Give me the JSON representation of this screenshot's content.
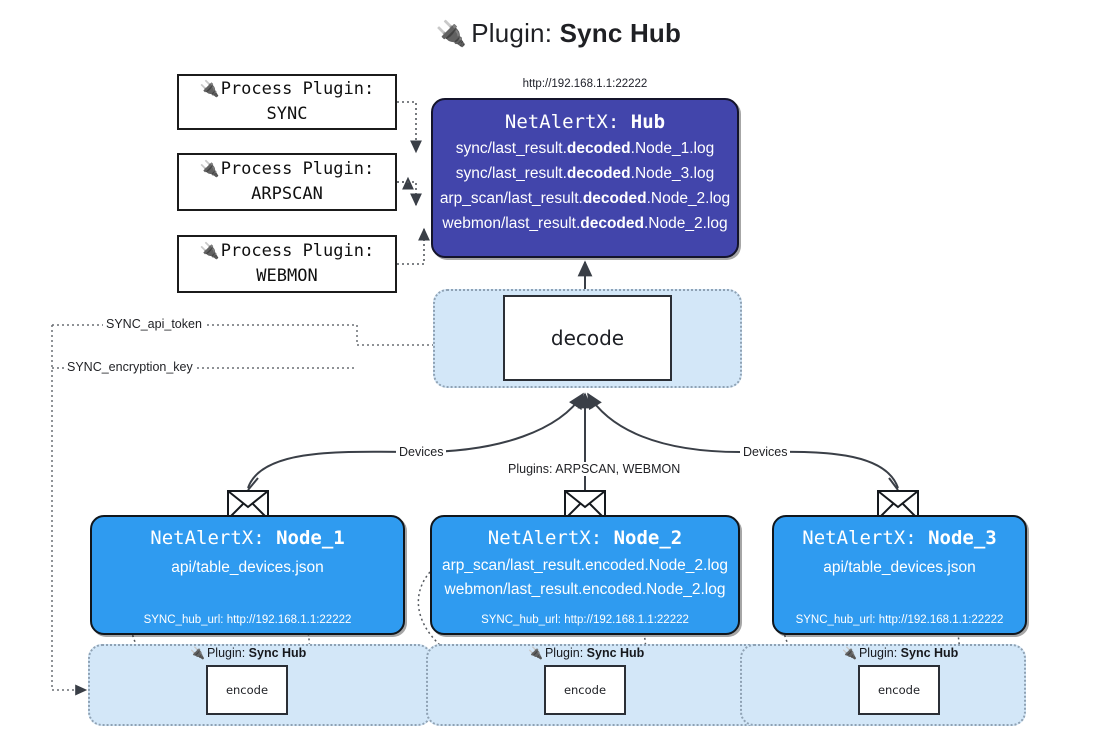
{
  "title": {
    "icon": "plug-icon",
    "prefix": "Plugin:",
    "name": "Sync Hub"
  },
  "process_plugins": [
    {
      "icon": "plug-icon",
      "line1": "Process Plugin:",
      "line2": "SYNC"
    },
    {
      "icon": "plug-icon",
      "line1": "Process Plugin:",
      "line2": "ARPSCAN"
    },
    {
      "icon": "plug-icon",
      "line1": "Process Plugin:",
      "line2": "WEBMON"
    }
  ],
  "hub": {
    "url": "http://192.168.1.1:22222",
    "title_prefix": "NetAlertX:",
    "title_name": "Hub",
    "logs": [
      {
        "pre": "sync/last_result.",
        "mid": "decoded",
        "post": ".Node_1.log"
      },
      {
        "pre": "sync/last_result.",
        "mid": "decoded",
        "post": ".Node_3.log"
      },
      {
        "pre": "arp_scan/last_result.",
        "mid": "decoded",
        "post": ".Node_2.log"
      },
      {
        "pre": "webmon/last_result.",
        "mid": "decoded",
        "post": ".Node_2.log"
      }
    ]
  },
  "decode": {
    "label": "decode"
  },
  "secrets": [
    {
      "label": "SYNC_api_token"
    },
    {
      "label": "SYNC_encryption_key"
    }
  ],
  "flow_labels": {
    "left_devices": "Devices",
    "center_plugins": "Plugins: ARPSCAN, WEBMON",
    "right_devices": "Devices"
  },
  "nodes": [
    {
      "title_prefix": "NetAlertX:",
      "title_name": "Node_1",
      "rows": [
        "api/table_devices.json"
      ],
      "hub_url_label": "SYNC_hub_url: http://192.168.1.1:22222",
      "plugin_caption_prefix": "Plugin:",
      "plugin_caption_name": "Sync Hub",
      "encode_label": "encode",
      "envelope_icon": "envelope-icon"
    },
    {
      "title_prefix": "NetAlertX:",
      "title_name": "Node_2",
      "rows": [
        "arp_scan/last_result.encoded.Node_2.log",
        "webmon/last_result.encoded.Node_2.log"
      ],
      "hub_url_label": "SYNC_hub_url: http://192.168.1.1:22222",
      "plugin_caption_prefix": "Plugin:",
      "plugin_caption_name": "Sync Hub",
      "encode_label": "encode",
      "envelope_icon": "envelope-icon"
    },
    {
      "title_prefix": "NetAlertX:",
      "title_name": "Node_3",
      "rows": [
        "api/table_devices.json"
      ],
      "hub_url_label": "SYNC_hub_url: http://192.168.1.1:22222",
      "plugin_caption_prefix": "Plugin:",
      "plugin_caption_name": "Sync Hub",
      "encode_label": "encode",
      "envelope_icon": "envelope-icon"
    }
  ],
  "colors": {
    "hub": "#4245ab",
    "node": "#2f9bf0",
    "subgraph": "#d3e7f8",
    "stroke": "#2b2f36",
    "page": "#ffffff"
  }
}
